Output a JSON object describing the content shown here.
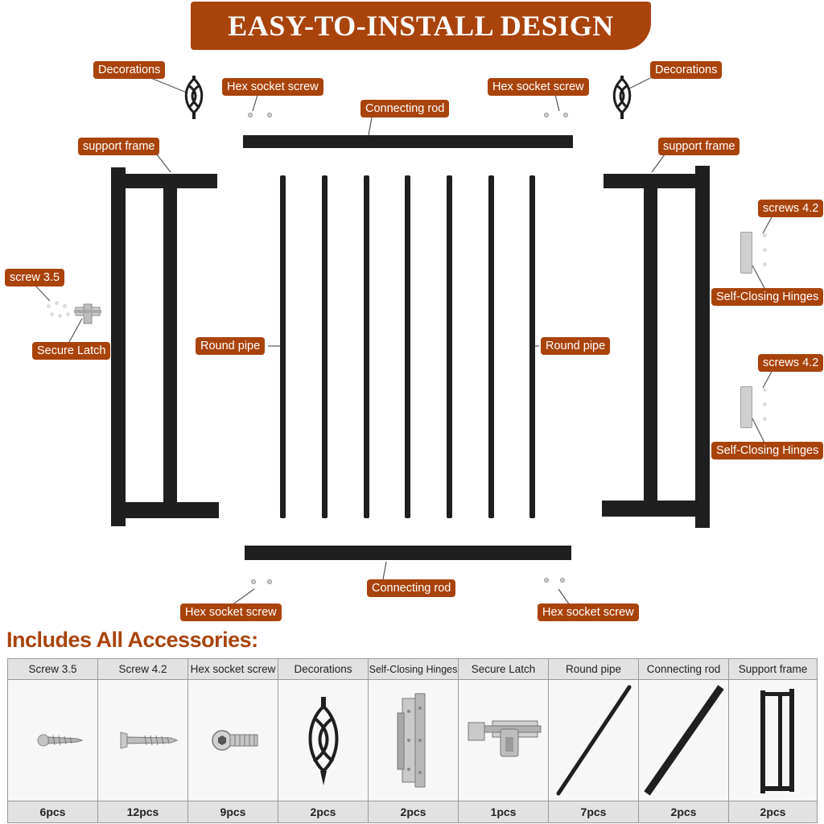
{
  "banner": {
    "title": "EASY-TO-INSTALL DESIGN"
  },
  "labels": {
    "decorations_left": "Decorations",
    "decorations_right": "Decorations",
    "hex_top_left": "Hex socket screw",
    "hex_top_right": "Hex socket screw",
    "connecting_rod_top": "Connecting rod",
    "support_frame_left": "support frame",
    "support_frame_right": "support frame",
    "screw35": "screw 3.5",
    "secure_latch": "Secure Latch",
    "round_pipe_left": "Round pipe",
    "round_pipe_right": "Round pipe",
    "screws42_top": "screws 4.2",
    "hinges_top": "Self-Closing Hinges",
    "screws42_bottom": "screws 4.2",
    "hinges_bottom": "Self-Closing Hinges",
    "connecting_rod_bottom": "Connecting rod",
    "hex_bottom_left": "Hex socket screw",
    "hex_bottom_right": "Hex socket screw"
  },
  "accessories": {
    "heading": "Includes All Accessories:",
    "items": [
      {
        "name": "Screw 3.5",
        "qty": "6pcs",
        "icon": "screw-icon"
      },
      {
        "name": "Screw 4.2",
        "qty": "12pcs",
        "icon": "long-screw-icon"
      },
      {
        "name": "Hex socket screw",
        "qty": "9pcs",
        "icon": "hex-screw-icon"
      },
      {
        "name": "Decorations",
        "qty": "2pcs",
        "icon": "decoration-icon"
      },
      {
        "name": "Self-Closing Hinges",
        "qty": "2pcs",
        "icon": "hinge-icon"
      },
      {
        "name": "Secure Latch",
        "qty": "1pcs",
        "icon": "latch-icon"
      },
      {
        "name": "Round pipe",
        "qty": "7pcs",
        "icon": "pipe-icon"
      },
      {
        "name": "Connecting rod",
        "qty": "2pcs",
        "icon": "rod-icon"
      },
      {
        "name": "Support frame",
        "qty": "2pcs",
        "icon": "frame-icon"
      }
    ]
  },
  "colors": {
    "accent": "#a9430c",
    "metal": "#1f1f1f"
  }
}
